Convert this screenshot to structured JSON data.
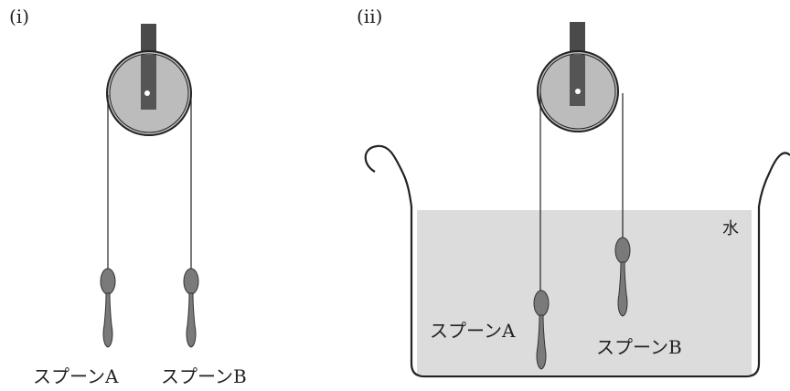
{
  "panels": {
    "left": {
      "label": "(i)"
    },
    "right": {
      "label": "(ii)"
    }
  },
  "labels": {
    "left_spoon_a": "スプーンA",
    "left_spoon_b": "スプーンB",
    "right_spoon_a": "スプーンA",
    "right_spoon_b": "スプーンB",
    "water": "水"
  },
  "colors": {
    "ink": "#222222",
    "pulley_fill": "#bcbcbc",
    "axle_fill": "#555555",
    "spoon_fill": "#7a7a7a",
    "water_fill": "#dcdcdc"
  }
}
